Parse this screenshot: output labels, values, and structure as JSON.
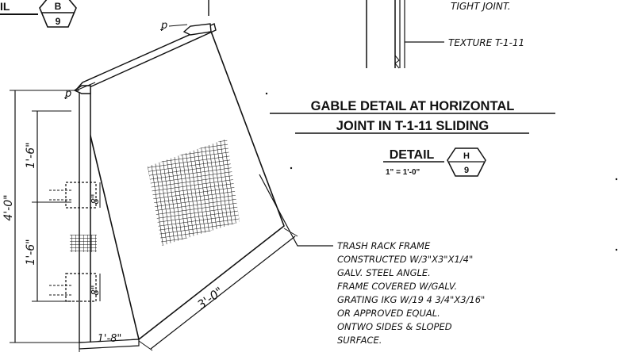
{
  "top_left_detail": {
    "label": "IL",
    "bubble_top": "B",
    "bubble_bottom": "9"
  },
  "right_callouts": {
    "tight_joint": "TIGHT JOINT.",
    "texture": "TEXTURE T-1-11"
  },
  "gable_detail": {
    "title_line1": "GABLE DETAIL AT HORIZONTAL",
    "title_line2": "JOINT IN T-1-11 SLIDING",
    "detail_label": "DETAIL",
    "scale": "1\" = 1'-0\"",
    "bubble_top": "H",
    "bubble_bottom": "9"
  },
  "dimensions": {
    "overall_height": "4'-0\"",
    "upper_segment": "1'-6\"",
    "lower_segment": "1'-6\"",
    "slot_upper": "8\"",
    "slot_lower": "8\"",
    "base_width": "1'-8\"",
    "slope_length": "3'-0\""
  },
  "trash_rack_note": {
    "line1": "TRASH RACK FRAME",
    "line2": "CONSTRUCTED W/3\"X3\"X1/4\"",
    "line3": "GALV. STEEL ANGLE.",
    "line4": "FRAME COVERED W/GALV.",
    "line5": "GRATING IKG W/19 4 3/4\"X3/16\"",
    "line6": "OR APPROVED EQUAL.",
    "line7": "ONTWO SIDES & SLOPED",
    "line8": "SURFACE."
  }
}
